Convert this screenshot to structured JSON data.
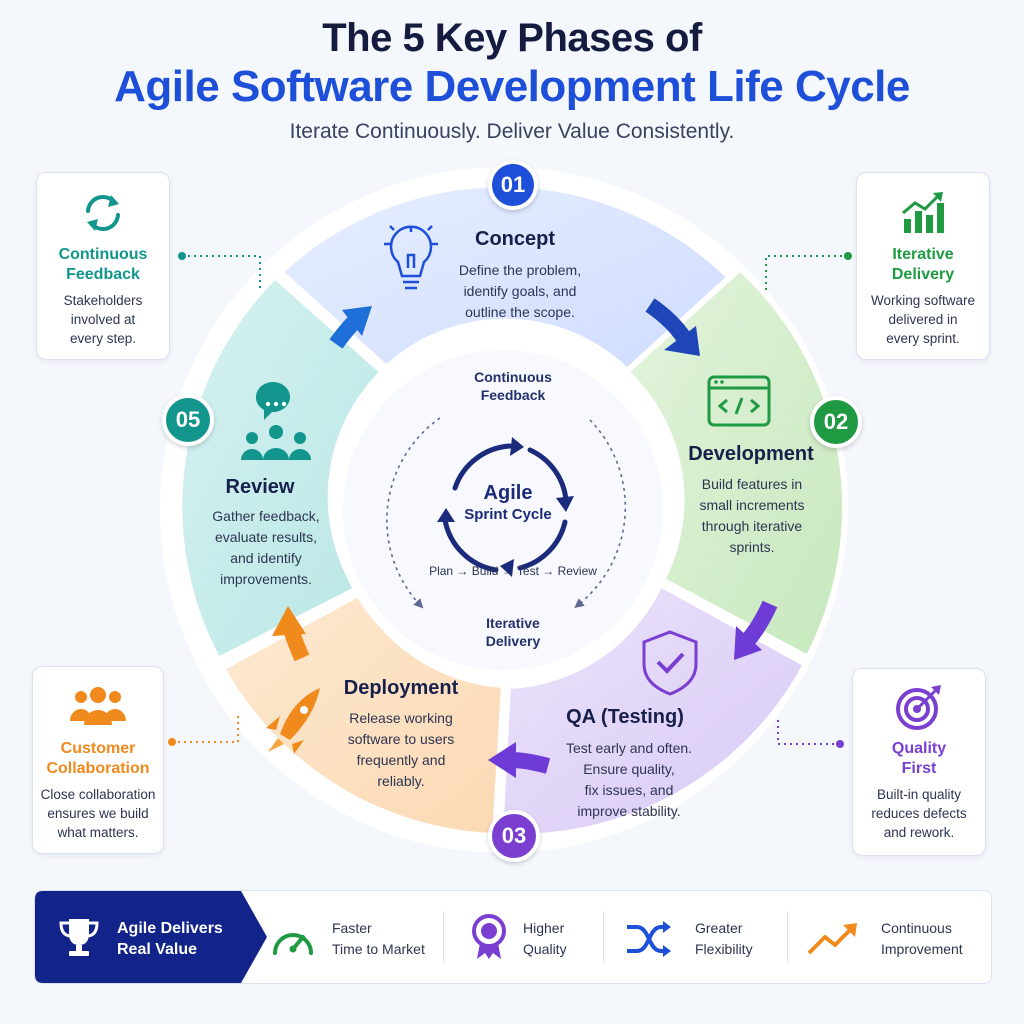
{
  "header": {
    "title_line1": "The 5 Key Phases of",
    "title_line2": "Agile Software Development Life Cycle",
    "subtitle": "Iterate Continuously. Deliver Value Consistently."
  },
  "phases": [
    {
      "number": "01",
      "title": "Concept",
      "description": [
        "Define the problem,",
        "identify goals, and",
        "outline the scope."
      ],
      "color": "#1e4fd8",
      "icon": "lightbulb-icon"
    },
    {
      "number": "02",
      "title": "Development",
      "description": [
        "Build features in",
        "small increments",
        "through iterative",
        "sprints."
      ],
      "color": "#1f9a43",
      "icon": "code-window-icon"
    },
    {
      "number": "",
      "title": "QA (Testing)",
      "description": [
        "Test early and often.",
        "Ensure quality,",
        "fix issues, and",
        "improve stability."
      ],
      "color": "#7a3fd1",
      "icon": "shield-check-icon"
    },
    {
      "number": "03",
      "title": "Deployment",
      "description": [
        "Release working",
        "software to users",
        "frequently and",
        "reliably."
      ],
      "color": "#7a3fd1",
      "icon": "rocket-icon"
    },
    {
      "number": "05",
      "title": "Review",
      "description": [
        "Gather feedback,",
        "evaluate results,",
        "and identify",
        "improvements."
      ],
      "color": "#11958d",
      "icon": "team-chat-icon"
    }
  ],
  "center": {
    "top_label": [
      "Continuous",
      "Feedback"
    ],
    "main": "Agile",
    "sub": "Sprint Cycle",
    "steps": "Plan → Build → Test → Review",
    "bottom_label": [
      "Iterative",
      "Delivery"
    ]
  },
  "side_cards": [
    {
      "title": [
        "Continuous",
        "Feedback"
      ],
      "description": [
        "Stakeholders",
        "involved at",
        "every step."
      ],
      "color": "#11958d",
      "icon": "refresh-icon"
    },
    {
      "title": [
        "Iterative",
        "Delivery"
      ],
      "description": [
        "Working software",
        "delivered in",
        "every sprint."
      ],
      "color": "#1f9a43",
      "icon": "bar-chart-growth-icon"
    },
    {
      "title": [
        "Customer",
        "Collaboration"
      ],
      "description": [
        "Close collaboration",
        "ensures we build",
        "what matters."
      ],
      "color": "#f08a1c",
      "icon": "people-group-icon"
    },
    {
      "title": [
        "Quality",
        "First"
      ],
      "description": [
        "Built-in quality",
        "reduces defects",
        "and rework."
      ],
      "color": "#7a3fd1",
      "icon": "target-icon"
    }
  ],
  "value_bar": {
    "lead": [
      "Agile Delivers",
      "Real Value"
    ],
    "items": [
      {
        "text": [
          "Faster",
          "Time to Market"
        ],
        "icon": "speedometer-icon",
        "color": "#1f9a43"
      },
      {
        "text": [
          "Higher",
          "Quality"
        ],
        "icon": "award-ribbon-icon",
        "color": "#7a3fd1"
      },
      {
        "text": [
          "Greater",
          "Flexibility"
        ],
        "icon": "shuffle-arrows-icon",
        "color": "#1e4fd8"
      },
      {
        "text": [
          "Continuous",
          "Improvement"
        ],
        "icon": "trend-up-icon",
        "color": "#f08a1c"
      }
    ]
  }
}
